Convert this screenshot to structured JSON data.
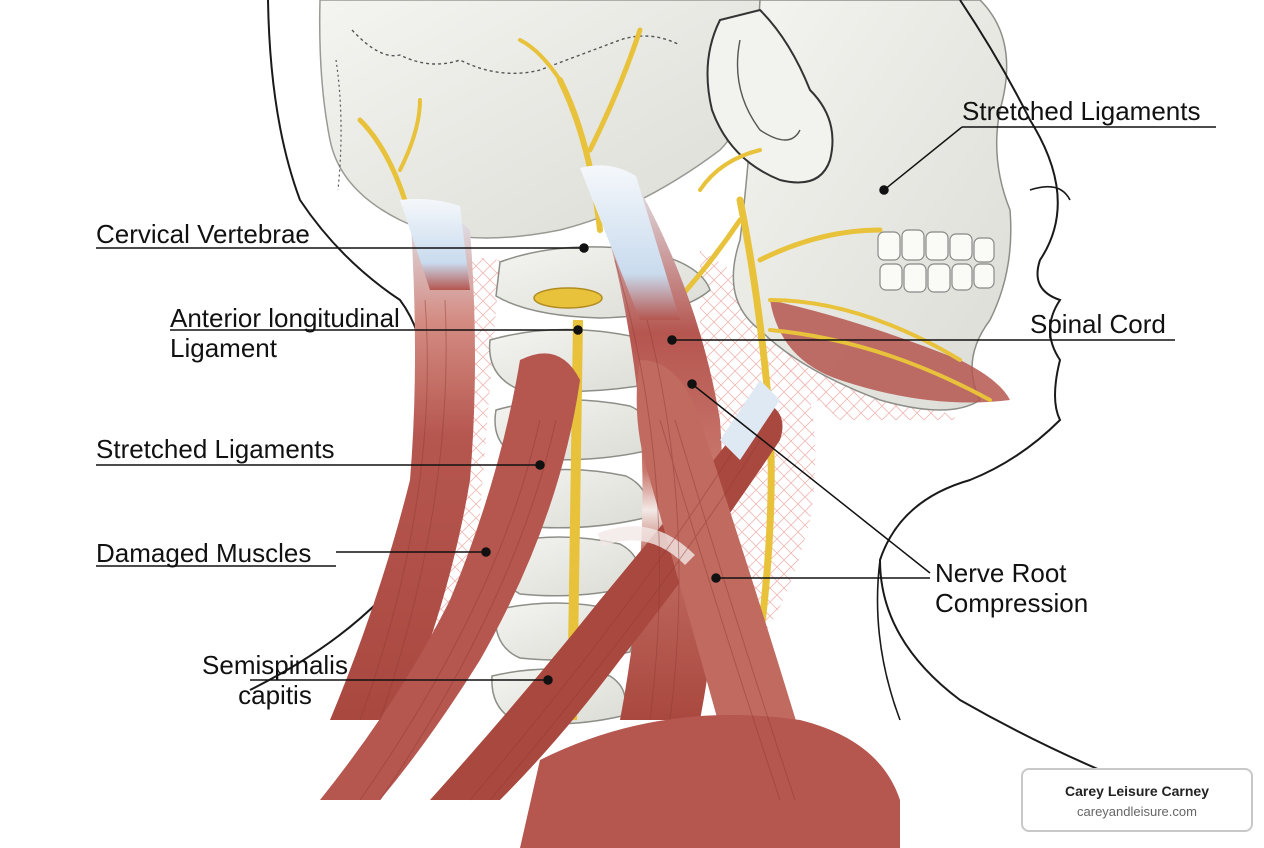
{
  "labels": {
    "cervical_vertebrae": "Cervical Vertebrae",
    "anterior_longitudinal_ligament": "Anterior longitudinal\nLigament",
    "stretched_ligaments_left": "Stretched Ligaments",
    "damaged_muscles": "Damaged Muscles",
    "semispinalis_capitis": "Semispinalis\ncapitis",
    "stretched_ligaments_right": "Stretched Ligaments",
    "spinal_cord": "Spinal Cord",
    "nerve_root_compression": "Nerve Root\nCompression"
  },
  "branding": {
    "name": "Carey Leisure Carney",
    "website": "careyandleisure.com"
  },
  "colors": {
    "bone": "#eeeeea",
    "muscle": "#b5564f",
    "muscle_light": "#d48c82",
    "tendon": "#dfe9f3",
    "nerve": "#e8c23a",
    "skin_line": "#1a1a1a",
    "fascia": "#f0b8b4"
  }
}
